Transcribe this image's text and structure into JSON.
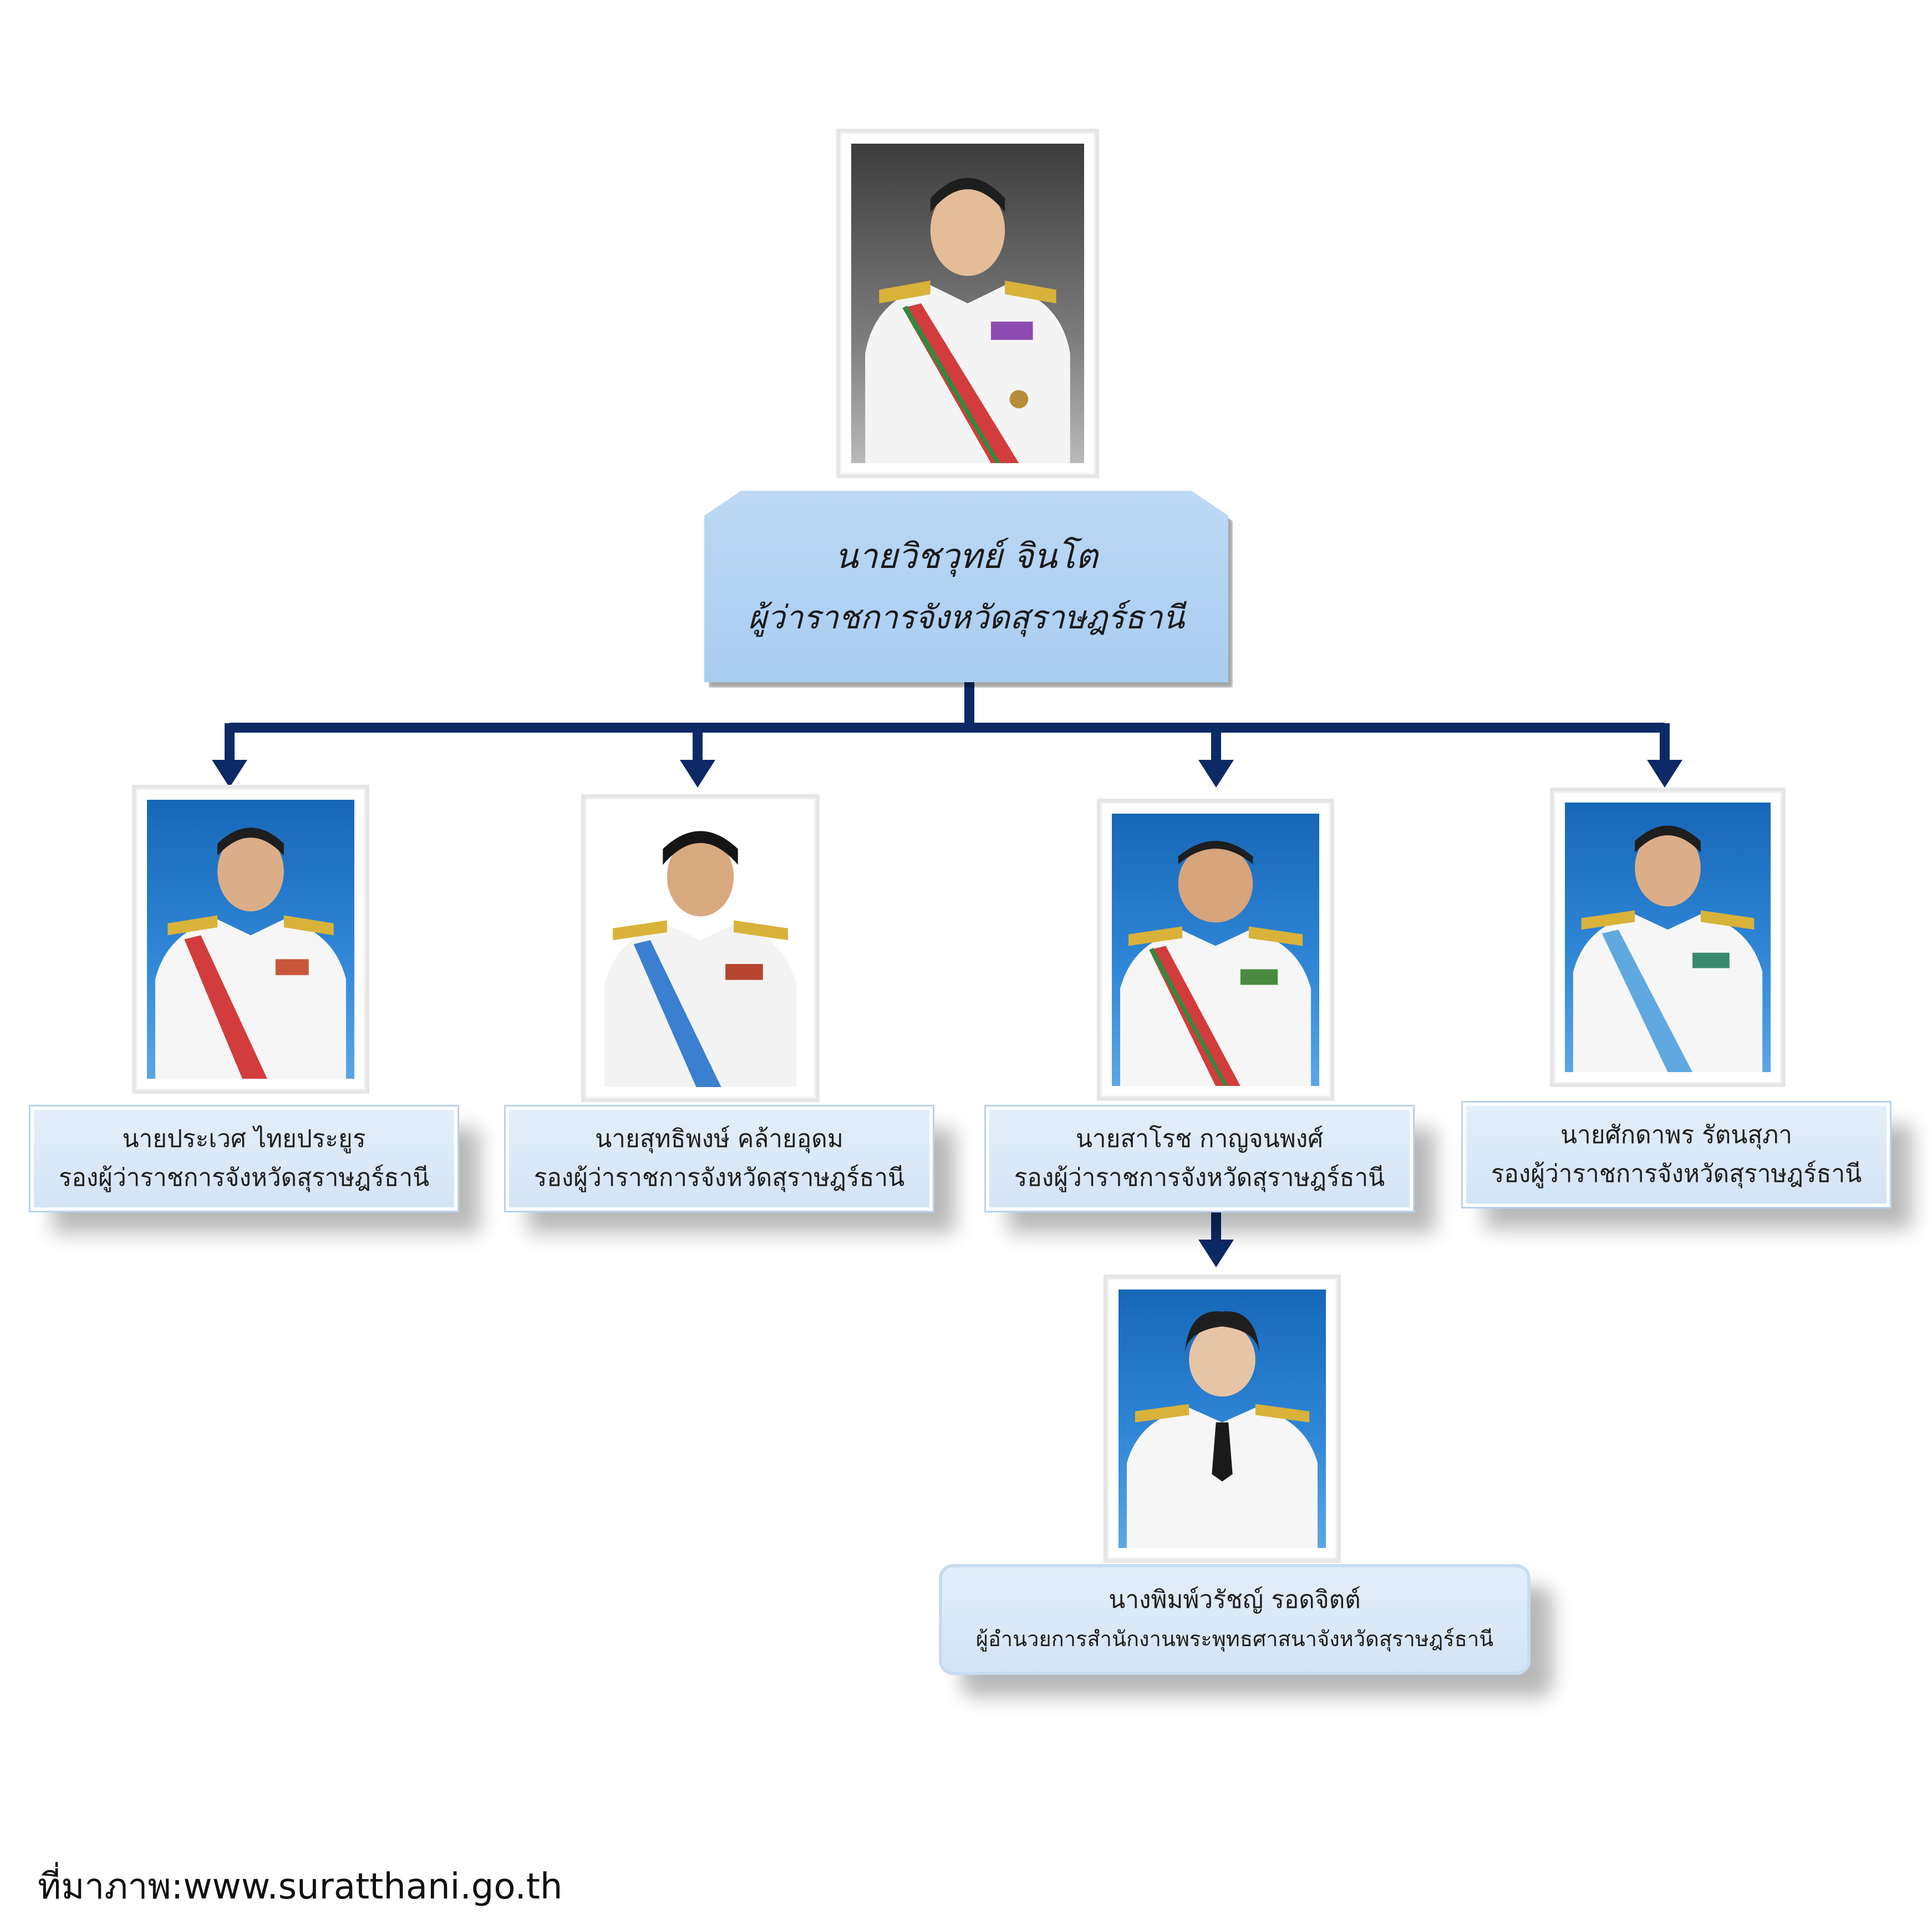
{
  "governor": {
    "name": "นายวิชวุทย์  จินโต",
    "title": "ผู้ว่าราชการจังหวัดสุราษฎร์ธานี"
  },
  "deputies": [
    {
      "name": "นายประเวศ  ไทยประยูร",
      "title": "รองผู้ว่าราชการจังหวัดสุราษฎร์ธานี"
    },
    {
      "name": "นายสุทธิพงษ์  คล้ายอุดม",
      "title": "รองผู้ว่าราชการจังหวัดสุราษฎร์ธานี"
    },
    {
      "name": "นายสาโรช  กาญจนพงศ์",
      "title": "รองผู้ว่าราชการจังหวัดสุราษฎร์ธานี"
    },
    {
      "name": "นายศักดาพร  รัตนสุภา",
      "title": "รองผู้ว่าราชการจังหวัดสุราษฎร์ธานี"
    }
  ],
  "director": {
    "name": "นางพิมพ์วรัชญ์  รอดจิตต์",
    "title": "ผู้อำนวยการสำนักงานพระพุทธศาสนาจังหวัดสุราษฎร์ธานี"
  },
  "source": "ที่มาภาพ:www.suratthani.go.th",
  "colors": {
    "connector": "#0d2a66",
    "top_box": "#a9cdf0",
    "label_box": "#d8e7f7",
    "photo_bg_blue": "#2f86d6"
  }
}
